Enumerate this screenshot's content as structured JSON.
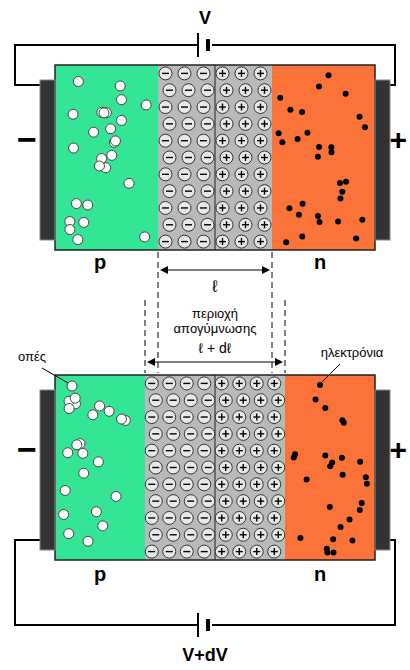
{
  "diagram": {
    "labels": [
      "V",
      "−",
      "+",
      "p",
      "n",
      "ℓ",
      "περιοχή απογύμνωσης",
      "ℓ + dℓ",
      "οπές",
      "ηλεκτρόνια",
      "−",
      "+",
      "p",
      "n",
      "V+dV"
    ]
  }
}
